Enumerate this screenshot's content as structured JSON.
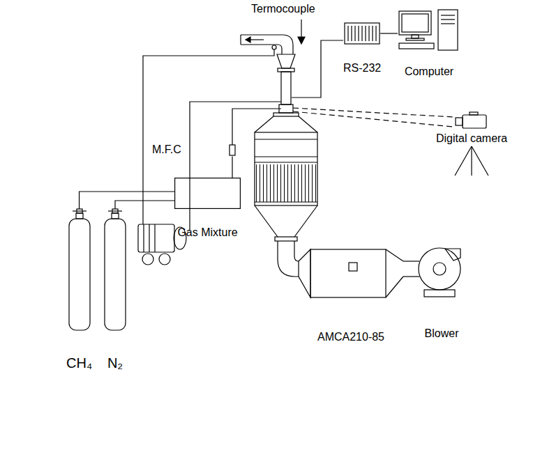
{
  "diagram": {
    "nodes": [
      {
        "text": [
          "RS-232"
        ]
      },
      {
        "text": [
          "Computer"
        ]
      },
      {
        "text": [
          "Digital camera"
        ]
      },
      {
        "text": [
          "M.F.C"
        ]
      },
      {
        "text": [
          "Gas Mixture"
        ]
      },
      {
        "text": [
          "AMCA210-85"
        ]
      },
      {
        "text": [
          "Blower"
        ]
      },
      {
        "text": [
          "CH₄"
        ]
      },
      {
        "text": [
          "N₂"
        ]
      }
    ],
    "edges": [
      {
        "from": 7,
        "to": 4,
        "arrow": "none"
      },
      {
        "from": 8,
        "to": 4,
        "arrow": "none"
      },
      {
        "from": 4,
        "to": 3,
        "arrow": "none"
      },
      {
        "from": 0,
        "to": 1,
        "arrow": "none"
      }
    ],
    "labels": [
      "Termocouple"
    ]
  }
}
